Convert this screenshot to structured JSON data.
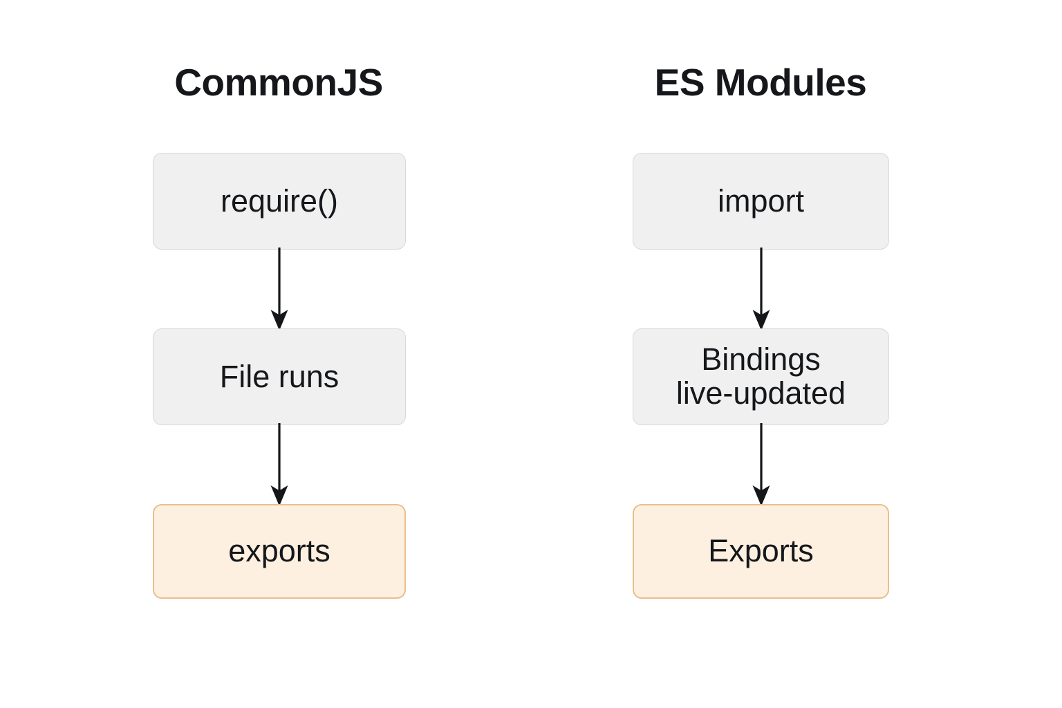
{
  "diagram": {
    "type": "flowchart",
    "background_color": "#ffffff",
    "orientation": "two-column-vertical-flow",
    "columns": [
      {
        "id": "commonjs",
        "title": "CommonJS",
        "nodes": [
          {
            "id": "require",
            "label": "require()",
            "style": "plain"
          },
          {
            "id": "file-runs",
            "label": "File runs",
            "style": "plain"
          },
          {
            "id": "exports-cjs",
            "label": "exports",
            "style": "highlight"
          }
        ],
        "edges": [
          {
            "from": "require",
            "to": "file-runs",
            "arrow": "down"
          },
          {
            "from": "file-runs",
            "to": "exports-cjs",
            "arrow": "down"
          }
        ]
      },
      {
        "id": "esmodules",
        "title": "ES Modules",
        "nodes": [
          {
            "id": "import",
            "label": "import",
            "style": "plain"
          },
          {
            "id": "bindings",
            "label": "Bindings\nlive-updated",
            "style": "plain"
          },
          {
            "id": "exports-esm",
            "label": "Exports",
            "style": "highlight"
          }
        ],
        "edges": [
          {
            "from": "import",
            "to": "bindings",
            "arrow": "down"
          },
          {
            "from": "bindings",
            "to": "exports-esm",
            "arrow": "down"
          }
        ]
      }
    ],
    "colors": {
      "node_plain_fill": "#f0f0f0",
      "node_plain_border": "#d8d8d8",
      "node_highlight_fill": "#fdf0e1",
      "node_highlight_border": "#e7c08c",
      "text": "#15171a",
      "arrow": "#14161a"
    }
  }
}
